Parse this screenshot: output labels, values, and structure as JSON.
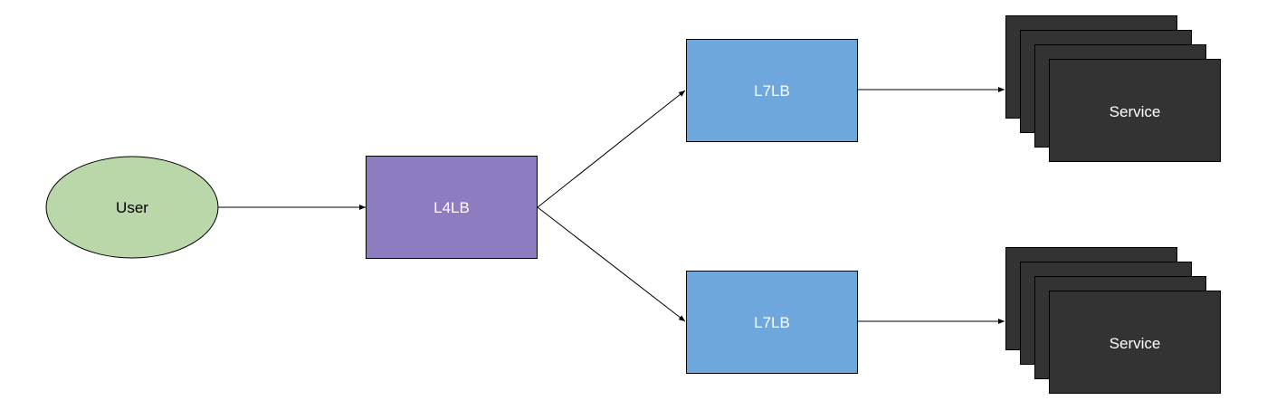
{
  "diagram": {
    "nodes": {
      "user": {
        "label": "User",
        "color": "#b9d7a8"
      },
      "l4lb": {
        "label": "L4LB",
        "color": "#8d7cc0"
      },
      "l7lb_top": {
        "label": "L7LB",
        "color": "#6ea7dc"
      },
      "l7lb_bottom": {
        "label": "L7LB",
        "color": "#6ea7dc"
      },
      "service_top": {
        "label": "Service",
        "color": "#333333"
      },
      "service_bottom": {
        "label": "Service",
        "color": "#333333"
      }
    },
    "edges": [
      {
        "from": "user",
        "to": "l4lb"
      },
      {
        "from": "l4lb",
        "to": "l7lb_top"
      },
      {
        "from": "l4lb",
        "to": "l7lb_bottom"
      },
      {
        "from": "l7lb_top",
        "to": "service_top"
      },
      {
        "from": "l7lb_bottom",
        "to": "service_bottom"
      }
    ]
  }
}
